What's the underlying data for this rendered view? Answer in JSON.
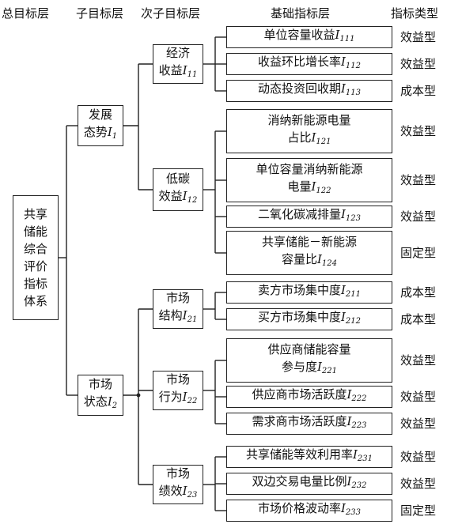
{
  "headers": {
    "col1": "总目标层",
    "col2": "子目标层",
    "col3": "次子目标层",
    "col4": "基础指标层",
    "col5": "指标类型"
  },
  "root": {
    "chars": [
      "共享",
      "储能",
      "综合",
      "评价",
      "指标",
      "体系"
    ]
  },
  "sub_goals": [
    {
      "line1": "发展",
      "line2": "态势",
      "sym": "I",
      "sub": "1"
    },
    {
      "line1": "市场",
      "line2": "状态",
      "sym": "I",
      "sub": "2"
    }
  ],
  "mid_goals": [
    {
      "line1": "经济",
      "line2": "收益",
      "sym": "I",
      "sub": "11"
    },
    {
      "line1": "低碳",
      "line2": "效益",
      "sym": "I",
      "sub": "12"
    },
    {
      "line1": "市场",
      "line2": "结构",
      "sym": "I",
      "sub": "21"
    },
    {
      "line1": "市场",
      "line2": "行为",
      "sym": "I",
      "sub": "22"
    },
    {
      "line1": "市场",
      "line2": "绩效",
      "sym": "I",
      "sub": "23"
    }
  ],
  "indicators": [
    {
      "line1": "单位容量收益",
      "line2": "",
      "sym": "I",
      "sub": "111",
      "type": "效益型"
    },
    {
      "line1": "收益环比增长率",
      "line2": "",
      "sym": "I",
      "sub": "112",
      "type": "效益型"
    },
    {
      "line1": "动态投资回收期",
      "line2": "",
      "sym": "I",
      "sub": "113",
      "type": "成本型"
    },
    {
      "line1": "消纳新能源电量",
      "line2": "占比",
      "sym": "I",
      "sub": "121",
      "type": "效益型"
    },
    {
      "line1": "单位容量消纳新能源",
      "line2": "电量",
      "sym": "I",
      "sub": "122",
      "type": "效益型"
    },
    {
      "line1": "二氧化碳减排量",
      "line2": "",
      "sym": "I",
      "sub": "123",
      "type": "效益型"
    },
    {
      "line1": "共享储能－新能源",
      "line2": "容量比",
      "sym": "I",
      "sub": "124",
      "type": "固定型"
    },
    {
      "line1": "卖方市场集中度",
      "line2": "",
      "sym": "I",
      "sub": "211",
      "type": "成本型"
    },
    {
      "line1": "买方市场集中度",
      "line2": "",
      "sym": "I",
      "sub": "212",
      "type": "成本型"
    },
    {
      "line1": "供应商储能容量",
      "line2": "参与度",
      "sym": "I",
      "sub": "221",
      "type": "效益型"
    },
    {
      "line1": "供应商市场活跃度",
      "line2": "",
      "sym": "I",
      "sub": "222",
      "type": "效益型"
    },
    {
      "line1": "需求商市场活跃度",
      "line2": "",
      "sym": "I",
      "sub": "223",
      "type": "效益型"
    },
    {
      "line1": "共享储能等效利用率",
      "line2": "",
      "sym": "I",
      "sub": "231",
      "type": "效益型"
    },
    {
      "line1": "双边交易电量比例",
      "line2": "",
      "sym": "I",
      "sub": "232",
      "type": "效益型"
    },
    {
      "line1": "市场价格波动率",
      "line2": "",
      "sym": "I",
      "sub": "233",
      "type": "固定型"
    }
  ]
}
